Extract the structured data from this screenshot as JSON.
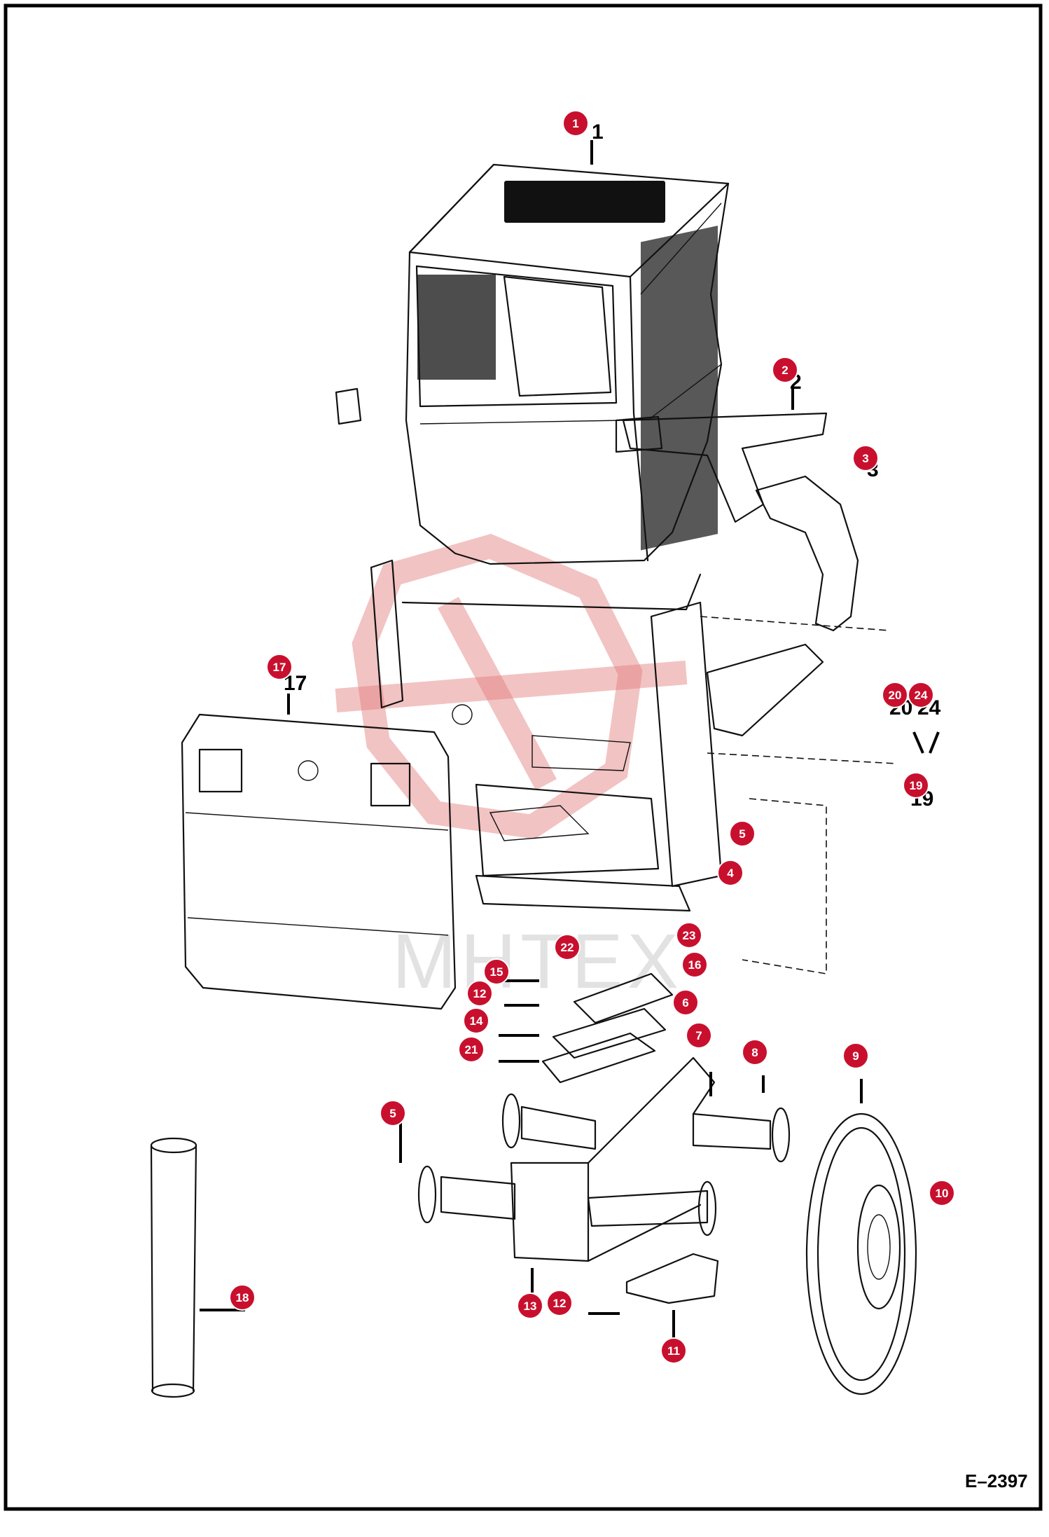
{
  "drawing": {
    "code": "E–2397",
    "watermark_text": "MHTEX"
  },
  "callouts": [
    {
      "id": "1"
    },
    {
      "id": "2"
    },
    {
      "id": "3"
    },
    {
      "id": "17"
    },
    {
      "id": "20"
    },
    {
      "id": "24"
    },
    {
      "id": "19"
    },
    {
      "id": "5"
    },
    {
      "id": "4"
    },
    {
      "id": "23"
    },
    {
      "id": "22"
    },
    {
      "id": "16"
    },
    {
      "id": "15"
    },
    {
      "id": "12"
    },
    {
      "id": "6"
    },
    {
      "id": "14"
    },
    {
      "id": "7"
    },
    {
      "id": "21"
    },
    {
      "id": "8"
    },
    {
      "id": "9"
    },
    {
      "id": "5"
    },
    {
      "id": "10"
    },
    {
      "id": "18"
    },
    {
      "id": "13"
    },
    {
      "id": "12"
    },
    {
      "id": "11"
    }
  ],
  "colors": {
    "callout_fill": "#c8102e",
    "watermark": "#e37b7b",
    "line_art": "#111111"
  }
}
